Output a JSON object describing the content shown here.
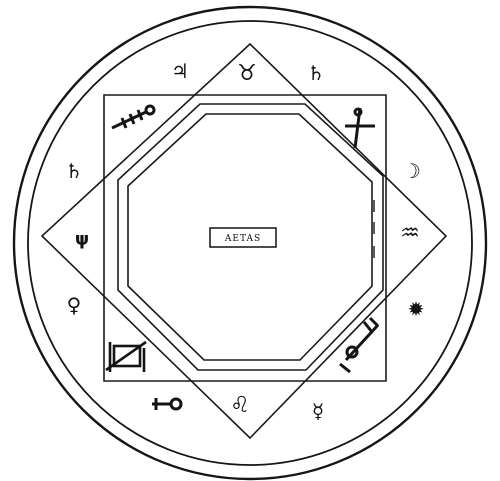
{
  "center_label": "AETAS",
  "symbols": {
    "top_square_left_shaft": "key-like sigil",
    "outer_ring_marks": [
      "♃",
      "♉",
      "♄",
      "⚳",
      "☽",
      "♒",
      "✹",
      "☿",
      "♂",
      "♀",
      "♌",
      "⊸",
      "♄",
      "ψ"
    ]
  }
}
